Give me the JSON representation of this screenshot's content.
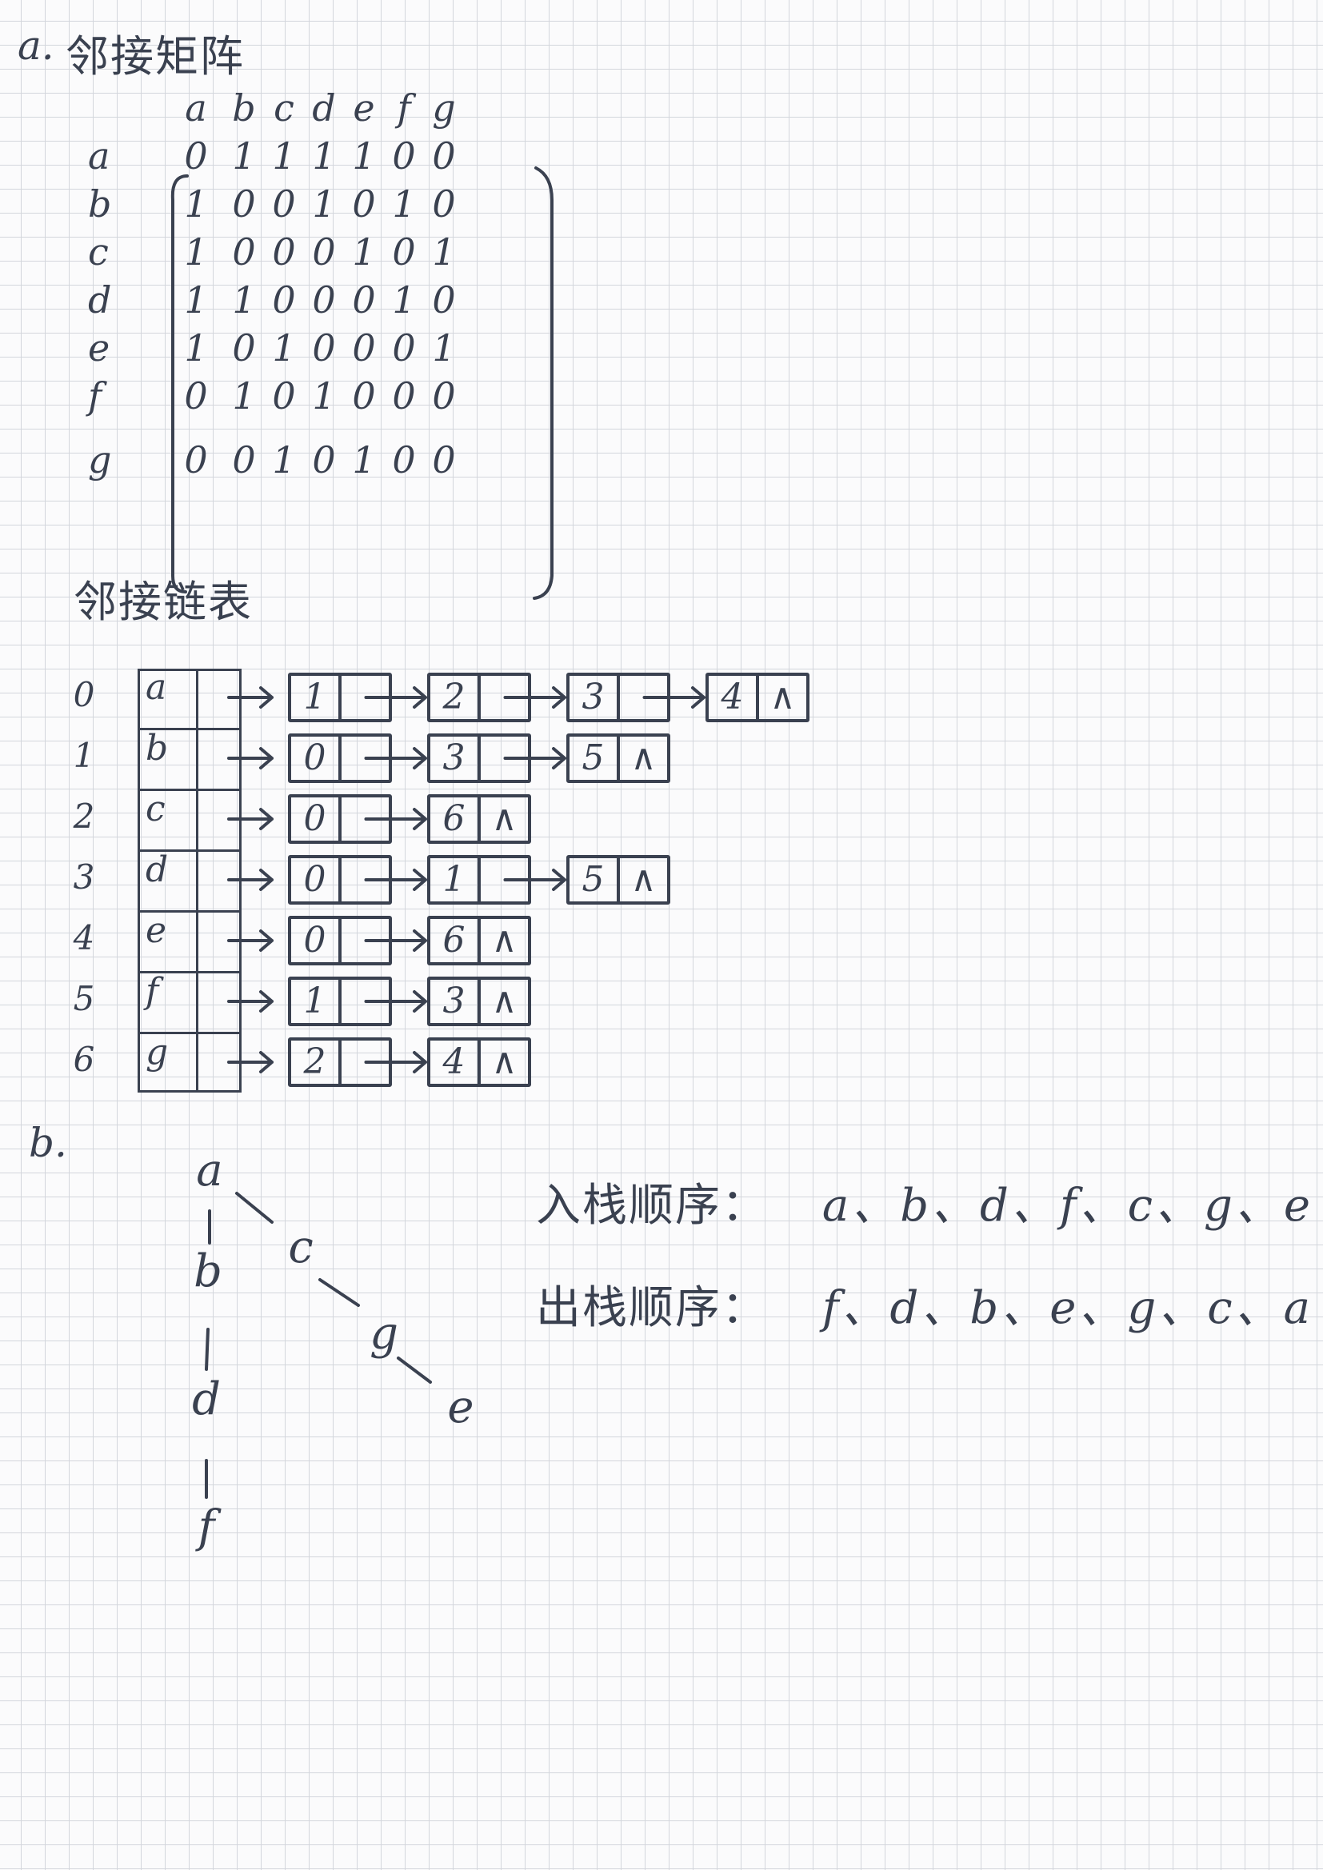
{
  "section_a": {
    "label": "a.",
    "matrix_title": "邻接矩阵",
    "list_title": "邻接链表"
  },
  "matrix": {
    "columns": [
      "a",
      "b",
      "c",
      "d",
      "e",
      "f",
      "g"
    ],
    "rows": [
      "a",
      "b",
      "c",
      "d",
      "e",
      "f",
      "g"
    ],
    "values": [
      [
        "0",
        "1",
        "1",
        "1",
        "1",
        "0",
        "0"
      ],
      [
        "1",
        "0",
        "0",
        "1",
        "0",
        "1",
        "0"
      ],
      [
        "1",
        "0",
        "0",
        "0",
        "1",
        "0",
        "1"
      ],
      [
        "1",
        "1",
        "0",
        "0",
        "0",
        "1",
        "0"
      ],
      [
        "1",
        "0",
        "1",
        "0",
        "0",
        "0",
        "1"
      ],
      [
        "0",
        "1",
        "0",
        "1",
        "0",
        "0",
        "0"
      ],
      [
        "0",
        "0",
        "1",
        "0",
        "1",
        "0",
        "0"
      ]
    ]
  },
  "adjacency_list": {
    "vertices": [
      {
        "index": "0",
        "label": "a",
        "edges": [
          {
            "to": "1",
            "next": ""
          },
          {
            "to": "2",
            "next": ""
          },
          {
            "to": "3",
            "next": ""
          },
          {
            "to": "4",
            "next": "∧"
          }
        ]
      },
      {
        "index": "1",
        "label": "b",
        "edges": [
          {
            "to": "0",
            "next": ""
          },
          {
            "to": "3",
            "next": ""
          },
          {
            "to": "5",
            "next": "∧"
          }
        ]
      },
      {
        "index": "2",
        "label": "c",
        "edges": [
          {
            "to": "0",
            "next": ""
          },
          {
            "to": "6",
            "next": "∧"
          }
        ]
      },
      {
        "index": "3",
        "label": "d",
        "edges": [
          {
            "to": "0",
            "next": ""
          },
          {
            "to": "1",
            "next": ""
          },
          {
            "to": "5",
            "next": "∧"
          }
        ]
      },
      {
        "index": "4",
        "label": "e",
        "edges": [
          {
            "to": "0",
            "next": ""
          },
          {
            "to": "6",
            "next": "∧"
          }
        ]
      },
      {
        "index": "5",
        "label": "f",
        "edges": [
          {
            "to": "1",
            "next": ""
          },
          {
            "to": "3",
            "next": "∧"
          }
        ]
      },
      {
        "index": "6",
        "label": "g",
        "edges": [
          {
            "to": "2",
            "next": ""
          },
          {
            "to": "4",
            "next": "∧"
          }
        ]
      }
    ]
  },
  "section_b": {
    "label": "b.",
    "tree_nodes": [
      "a",
      "b",
      "d",
      "f",
      "c",
      "g",
      "e"
    ],
    "push_order_label": "入栈顺序：",
    "push_order": "a、b、d、f、c、g、e",
    "pop_order_label": "出栈顺序：",
    "pop_order": "f、d、b、e、g、c、a"
  }
}
